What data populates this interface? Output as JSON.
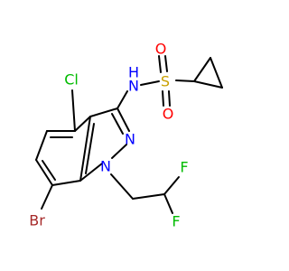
{
  "molecule": {
    "atoms": {
      "cl": {
        "text": "Cl",
        "color": "#00bb00"
      },
      "br": {
        "text": "Br",
        "color": "#a62929"
      },
      "n_amine": {
        "text": "N",
        "color": "#0000ff"
      },
      "h_amine": {
        "text": "H",
        "color": "#0000ff"
      },
      "s": {
        "text": "S",
        "color": "#c9a000"
      },
      "o_top": {
        "text": "O",
        "color": "#ff0000"
      },
      "o_bottom": {
        "text": "O",
        "color": "#ff0000"
      },
      "n2": {
        "text": "N",
        "color": "#0000ff"
      },
      "n1": {
        "text": "N",
        "color": "#0000ff"
      },
      "f_top": {
        "text": "F",
        "color": "#00bb00"
      },
      "f_bottom": {
        "text": "F",
        "color": "#00bb00"
      }
    }
  }
}
